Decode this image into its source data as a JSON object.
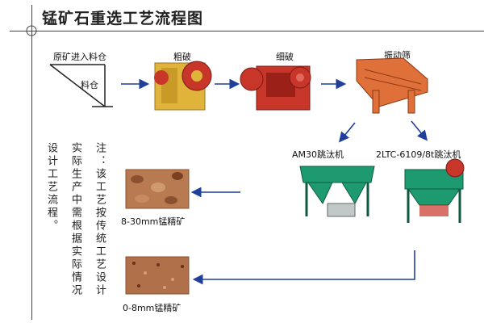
{
  "title": "锰矿石重选工艺流程图",
  "nodes": {
    "raw_ore_bin": "原矿进入料仓",
    "bin": "料仓",
    "coarse_crush": "粗破",
    "fine_crush": "细破",
    "screen": "振动筛",
    "jig_a": "AM30跳汰机",
    "jig_b": "2LTC-6109/8t跳汰机",
    "product_coarse": "8-30mm锰精矿",
    "product_fine": "0-8mm锰精矿"
  },
  "note": {
    "col1": "注：该工艺按传统工艺设计",
    "col2": "实际生产中需根据实际情况",
    "col3": "设计工艺流程。"
  },
  "colors": {
    "arrow": "#1f3f9a",
    "crusher_body": "#e0b43a",
    "crusher_red": "#c8362a",
    "screen_orange": "#e0703a",
    "jig_green": "#1e9a70",
    "ore_brown": "#b87a50"
  }
}
